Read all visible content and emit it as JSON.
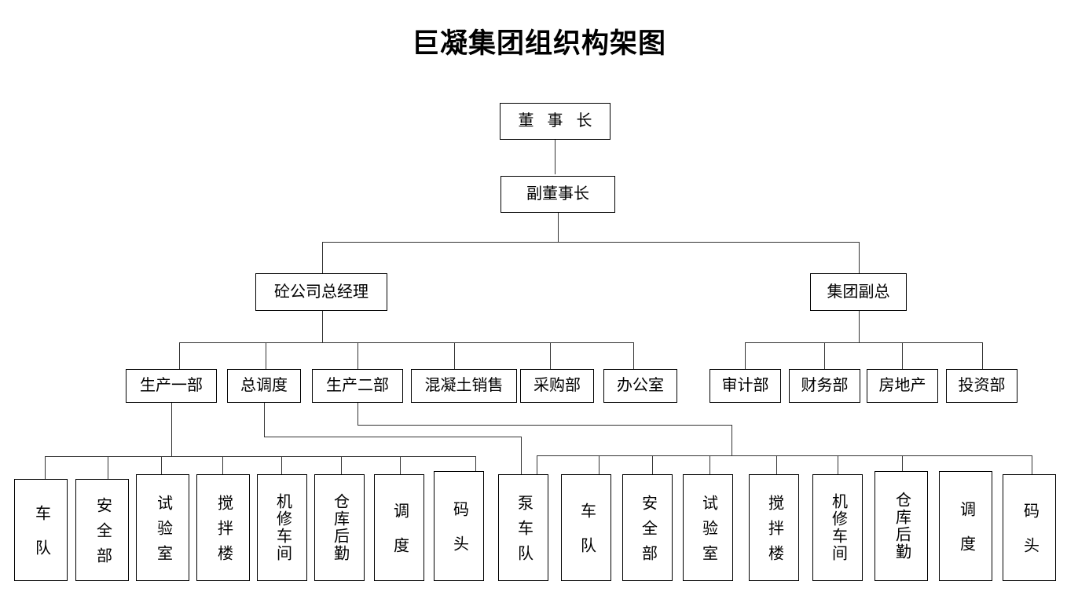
{
  "title": "巨凝集团组织构架图",
  "org": {
    "chairman": {
      "label": "董 事 长"
    },
    "vice_chairman": {
      "label": "副董事长"
    },
    "divisions": [
      {
        "label": "砼公司总经理"
      },
      {
        "label": "集团副总"
      }
    ],
    "concrete_departments": [
      {
        "label": "生产一部"
      },
      {
        "label": "总调度"
      },
      {
        "label": "生产二部"
      },
      {
        "label": "混凝土销售"
      },
      {
        "label": "采购部"
      },
      {
        "label": "办公室"
      }
    ],
    "group_departments": [
      {
        "label": "审计部"
      },
      {
        "label": "财务部"
      },
      {
        "label": "房地产"
      },
      {
        "label": "投资部"
      }
    ],
    "production_one_units": [
      {
        "label": "车队"
      },
      {
        "label": "安全部"
      },
      {
        "label": "试验室"
      },
      {
        "label": "搅拌楼"
      },
      {
        "label": "机修车间"
      },
      {
        "label": "仓库后勤"
      },
      {
        "label": "调度"
      },
      {
        "label": "码头"
      }
    ],
    "dispatch_units": [
      {
        "label": "泵车队"
      }
    ],
    "production_two_units": [
      {
        "label": "车队"
      },
      {
        "label": "安全部"
      },
      {
        "label": "试验室"
      },
      {
        "label": "搅拌楼"
      },
      {
        "label": "机修车间"
      },
      {
        "label": "仓库后勤"
      },
      {
        "label": "调度"
      },
      {
        "label": "码头"
      }
    ]
  },
  "colors": {
    "background": "#ffffff",
    "box_border": "#000000",
    "connector": "#333333",
    "text": "#000000"
  }
}
